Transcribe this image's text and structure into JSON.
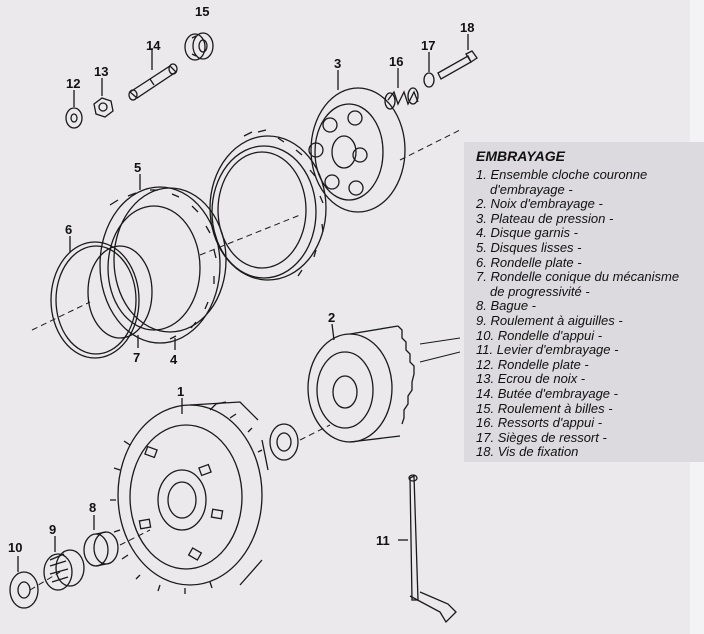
{
  "legend": {
    "title": "EMBRAYAGE",
    "items": [
      {
        "num": "1.",
        "text": "Ensemble cloche couronne",
        "cont": "d'embrayage -"
      },
      {
        "num": "2.",
        "text": "Noix d'embrayage -"
      },
      {
        "num": "3.",
        "text": "Plateau de pression -"
      },
      {
        "num": "4.",
        "text": "Disque garnis -"
      },
      {
        "num": "5.",
        "text": "Disques lisses -"
      },
      {
        "num": "6.",
        "text": "Rondelle plate -"
      },
      {
        "num": "7.",
        "text": "Rondelle conique du mécanisme",
        "cont": "de progressivité -"
      },
      {
        "num": "8.",
        "text": "Bague -"
      },
      {
        "num": "9.",
        "text": "Roulement à aiguilles -"
      },
      {
        "num": "10.",
        "text": "Rondelle d'appui -"
      },
      {
        "num": "11.",
        "text": "Levier d'embrayage -"
      },
      {
        "num": "12.",
        "text": "Rondelle plate -"
      },
      {
        "num": "13.",
        "text": "Ecrou de noix -"
      },
      {
        "num": "14.",
        "text": "Butée d'embrayage -"
      },
      {
        "num": "15.",
        "text": "Roulement à billes -"
      },
      {
        "num": "16.",
        "text": "Ressorts d'appui -"
      },
      {
        "num": "17.",
        "text": "Sièges de ressort -"
      },
      {
        "num": "18.",
        "text": "Vis de fixation"
      }
    ]
  },
  "callouts": {
    "c1": "1",
    "c2": "2",
    "c3": "3",
    "c4": "4",
    "c5": "5",
    "c6": "6",
    "c7": "7",
    "c8": "8",
    "c9": "9",
    "c10": "10",
    "c11": "11",
    "c12": "12",
    "c13": "13",
    "c14": "14",
    "c15": "15",
    "c16": "16",
    "c17": "17",
    "c18": "18"
  }
}
